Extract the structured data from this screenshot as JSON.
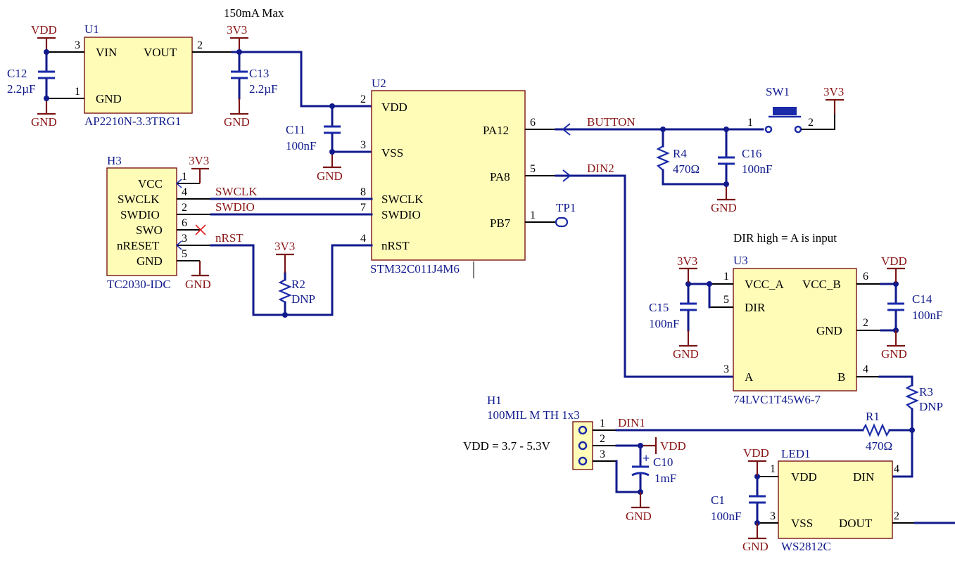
{
  "schematic": {
    "notes": {
      "max_current": "150mA Max",
      "dir_note": "DIR high = A is input",
      "vdd_range": "VDD = 3.7 - 5.3V"
    },
    "power": {
      "vdd": "VDD",
      "v33": "3V3",
      "gnd": "GND"
    },
    "nets": {
      "button": "BUTTON",
      "din2": "DIN2",
      "swclk": "SWCLK",
      "swdio": "SWDIO",
      "nrst": "nRST",
      "din1": "DIN1"
    },
    "u1": {
      "ref": "U1",
      "part": "AP2210N-3.3TRG1",
      "pins": {
        "vin": "VIN",
        "vout": "VOUT",
        "gnd": "GND"
      },
      "nums": {
        "vin": "3",
        "vout": "2",
        "gnd": "1"
      }
    },
    "c12": {
      "ref": "C12",
      "value": "2.2µF"
    },
    "c13": {
      "ref": "C13",
      "value": "2.2µF"
    },
    "c11": {
      "ref": "C11",
      "value": "100nF"
    },
    "u2": {
      "ref": "U2",
      "part": "STM32C011J4M6",
      "pins": {
        "vdd": "VDD",
        "vss": "VSS",
        "swclk": "SWCLK",
        "swdio": "SWDIO",
        "nrst": "nRST",
        "pa12": "PA12",
        "pa8": "PA8",
        "pb7": "PB7"
      },
      "nums": {
        "vdd": "2",
        "vss": "3",
        "swclk": "8",
        "swdio": "7",
        "nrst": "4",
        "pa12": "6",
        "pa8": "5",
        "pb7": "1"
      }
    },
    "h3": {
      "ref": "H3",
      "part": "TC2030-IDC",
      "pins": {
        "vcc": "VCC",
        "swclk": "SWCLK",
        "swdio": "SWDIO",
        "swo": "SWO",
        "nreset": "nRESET",
        "gnd": "GND"
      },
      "nums": {
        "vcc": "1",
        "swclk": "4",
        "swdio": "2",
        "swo": "6",
        "nreset": "3",
        "gnd": "5"
      }
    },
    "r2": {
      "ref": "R2",
      "value": "DNP"
    },
    "tp1": {
      "ref": "TP1"
    },
    "sw1": {
      "ref": "SW1",
      "pin1": "1",
      "pin2": "2"
    },
    "r4": {
      "ref": "R4",
      "value": "470Ω"
    },
    "c16": {
      "ref": "C16",
      "value": "100nF"
    },
    "u3": {
      "ref": "U3",
      "part": "74LVC1T45W6-7",
      "pins": {
        "vcca": "VCC_A",
        "vccb": "VCC_B",
        "dir": "DIR",
        "gnd": "GND",
        "a": "A",
        "b": "B"
      },
      "nums": {
        "vcca": "1",
        "vccb": "6",
        "dir": "5",
        "gnd": "2",
        "a": "3",
        "b": "4"
      }
    },
    "c15": {
      "ref": "C15",
      "value": "100nF"
    },
    "c14": {
      "ref": "C14",
      "value": "100nF"
    },
    "r3": {
      "ref": "R3",
      "value": "DNP"
    },
    "r1": {
      "ref": "R1",
      "value": "470Ω"
    },
    "h1": {
      "ref": "H1",
      "part": "100MIL M TH 1x3",
      "nums": [
        "1",
        "2",
        "3"
      ]
    },
    "c10": {
      "ref": "C10",
      "value": "1mF"
    },
    "led1": {
      "ref": "LED1",
      "part": "WS2812C",
      "pins": {
        "vdd": "VDD",
        "vss": "VSS",
        "din": "DIN",
        "dout": "DOUT"
      },
      "nums": {
        "vdd": "1",
        "vss": "3",
        "din": "4",
        "dout": "2"
      }
    },
    "c1": {
      "ref": "C1",
      "value": "100nF"
    }
  }
}
